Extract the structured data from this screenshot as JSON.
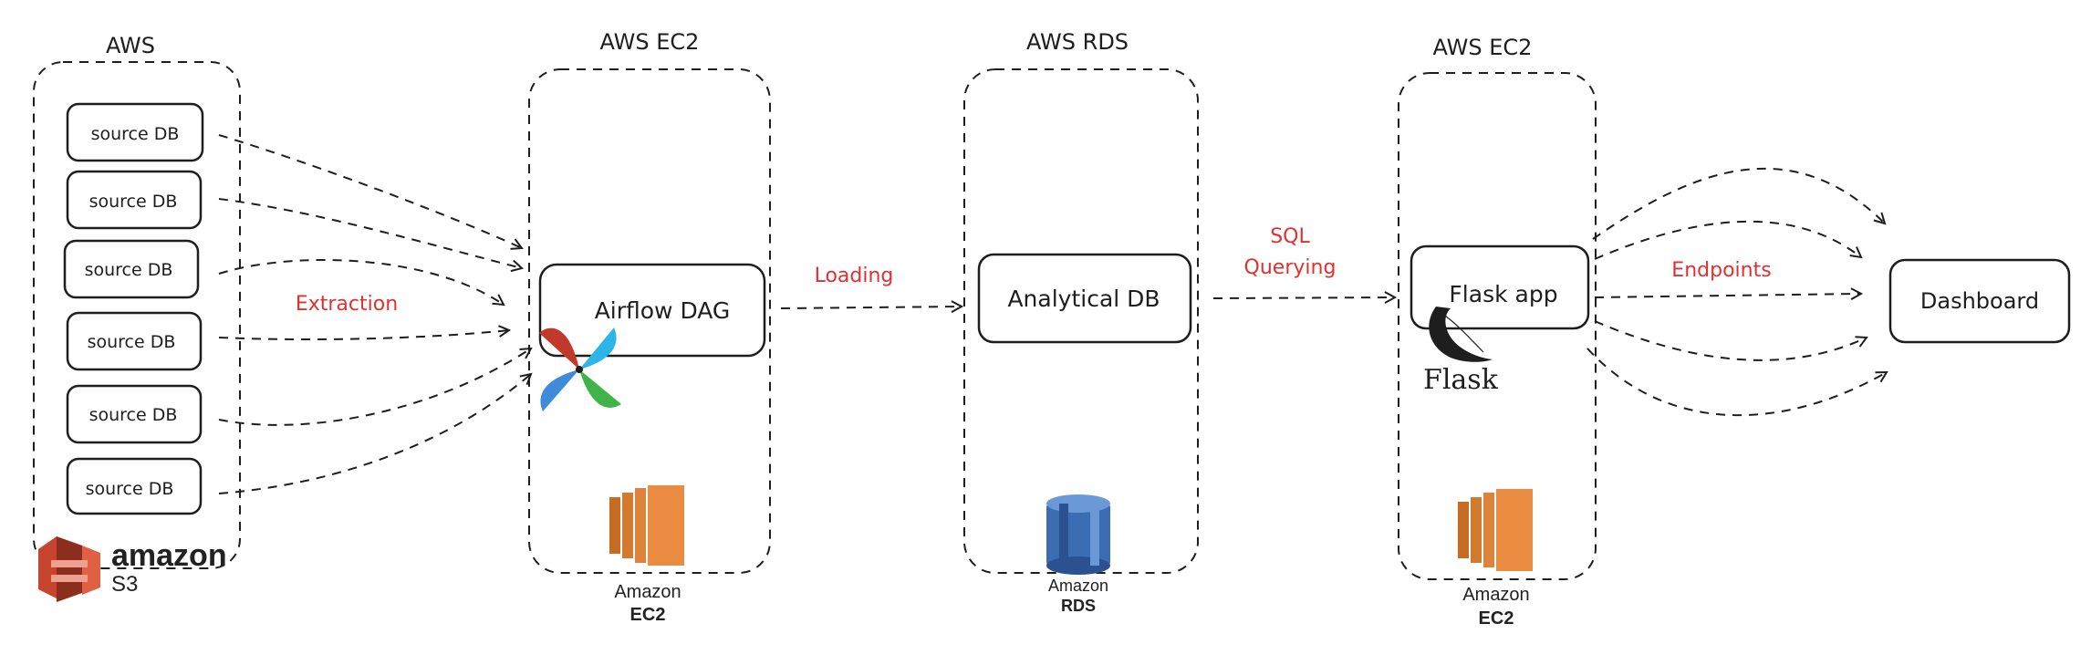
{
  "groups": {
    "aws": {
      "title": "AWS"
    },
    "ec2_airflow": {
      "title": "AWS EC2"
    },
    "rds": {
      "title": "AWS RDS"
    },
    "ec2_flask": {
      "title": "AWS EC2"
    }
  },
  "source_dbs": [
    "source DB",
    "source DB",
    "source DB",
    "source DB",
    "source DB",
    "source DB"
  ],
  "nodes": {
    "airflow": "Airflow DAG",
    "analytical": "Analytical DB",
    "flask": "Flask app",
    "dashboard": "Dashboard"
  },
  "edge_labels": {
    "extraction": "Extraction",
    "loading": "Loading",
    "sql_line1": "SQL",
    "sql_line2": "Querying",
    "endpoints": "Endpoints"
  },
  "logos": {
    "s3": {
      "line1": "amazon",
      "line2": "S3"
    },
    "ec2_a": {
      "line1": "Amazon",
      "line2": "EC2"
    },
    "rds": {
      "line1": "Amazon",
      "line2": "RDS"
    },
    "ec2_b": {
      "line1": "Amazon",
      "line2": "EC2"
    },
    "flask": {
      "word": "Flask"
    }
  },
  "colors": {
    "accent_red": "#e03131",
    "aws_orange": "#e98b40",
    "aws_red": "#c7442f",
    "rds_blue": "#3b6db3"
  }
}
